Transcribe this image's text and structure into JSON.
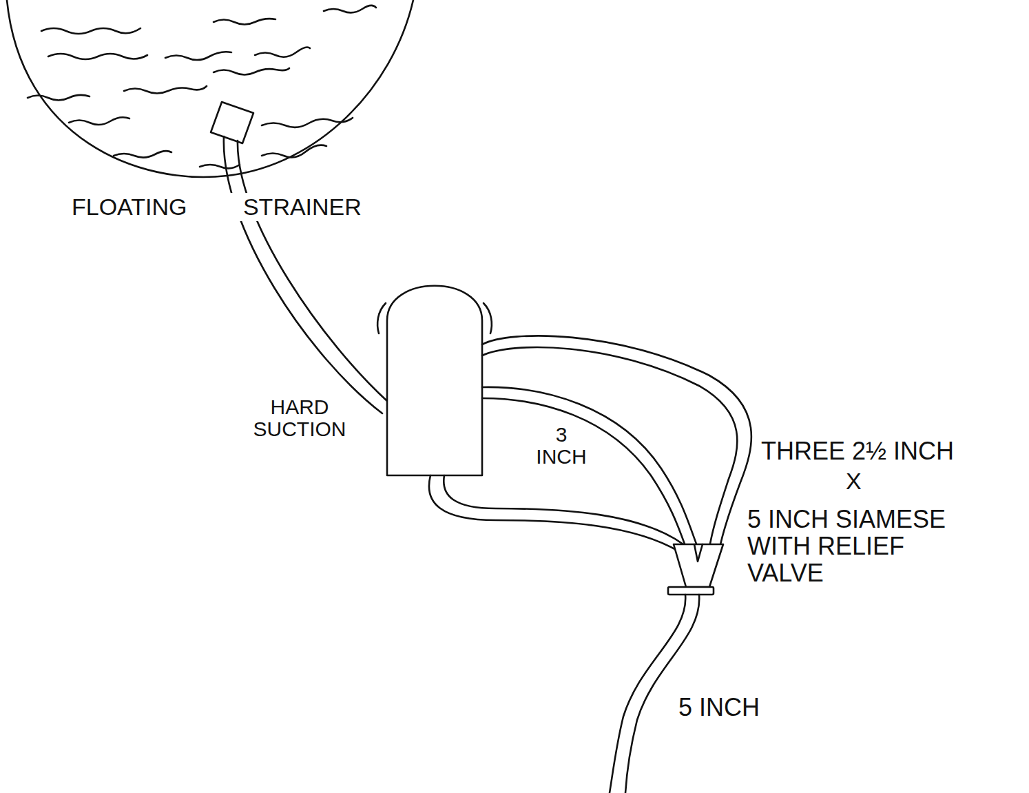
{
  "diagram": {
    "labels": [
      "FLOATING STRAINER",
      "HARD SUCTION",
      "3 INCH",
      "THREE 2½ INCH",
      "X",
      "5 INCH SIAMESE WITH RELIEF VALVE",
      "5 INCH"
    ]
  }
}
